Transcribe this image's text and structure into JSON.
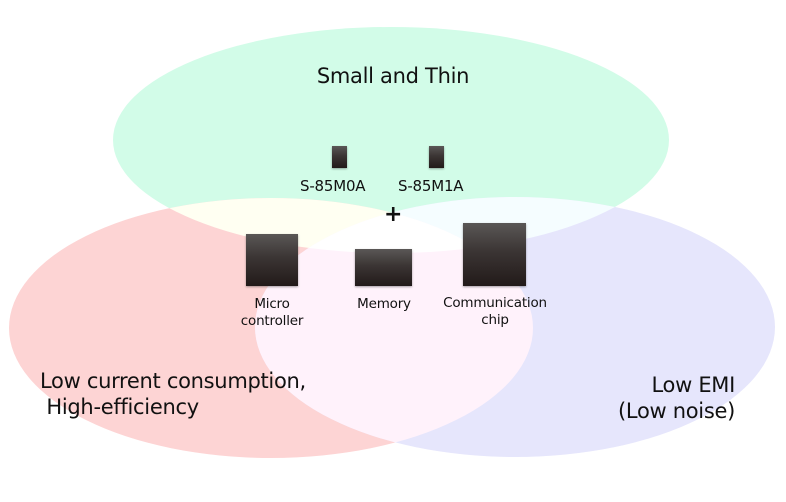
{
  "diagram": {
    "type": "venn",
    "sets": [
      {
        "id": "top",
        "label": "Small and Thin",
        "color": "#d2fce8"
      },
      {
        "id": "left",
        "label_lines": [
          "Low current consumption,",
          " High-efficiency"
        ],
        "color": "#fdd4d4"
      },
      {
        "id": "right",
        "label_lines": [
          "Low EMI",
          "(Low noise)"
        ],
        "color": "#e6e6fc"
      }
    ],
    "overlap_colors": {
      "top_left": "#fffff2",
      "top_right": "#f5fdff",
      "left_right": "#fff2fb",
      "all": "#ffffff"
    },
    "center": {
      "sensors": [
        {
          "label": "S-85M0A",
          "icon": "chip-icon"
        },
        {
          "label": "S-85M1A",
          "icon": "chip-icon"
        }
      ],
      "plus": "+",
      "components": [
        {
          "label_lines": [
            "Micro",
            "controller"
          ],
          "icon": "chip-icon"
        },
        {
          "label_lines": [
            "Memory"
          ],
          "icon": "chip-icon"
        },
        {
          "label_lines": [
            "Communication",
            "chip"
          ],
          "icon": "chip-icon"
        }
      ]
    }
  }
}
